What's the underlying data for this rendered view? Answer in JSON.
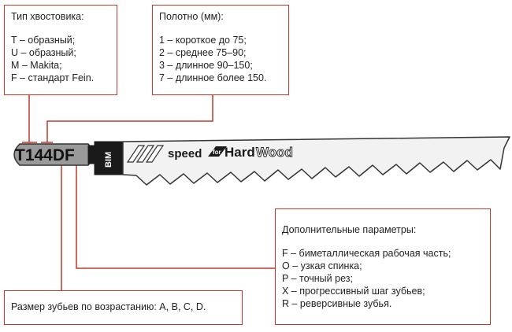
{
  "shank_box": {
    "title": "Тип хвостовика:",
    "items": [
      "T – образный;",
      "U – образный;",
      "M – Makita;",
      "F – стандарт Fein."
    ]
  },
  "blade_box": {
    "title": "Полотно (мм):",
    "items": [
      "1 – короткое до 75;",
      "2 – среднее 75–90;",
      "3 – длинное 90–150;",
      "7 – длинное более 150."
    ]
  },
  "extra_box": {
    "title": "Дополнительные параметры:",
    "items": [
      "F – биметаллическая рабочая часть;",
      "O – узкая спинка;",
      "P – точный рез;",
      "X – прогрессивный шаг зубьев;",
      "R – реверсивные зубья."
    ]
  },
  "teeth_box": {
    "text": "Размер зубьев по возрастанию: A, B, C, D."
  },
  "blade": {
    "code": "T144DF",
    "material_label": "BIM",
    "brand_speed": "speed",
    "brand_for": "for",
    "brand_hard": "Hard",
    "brand_wood": "Wood"
  },
  "colors": {
    "leader_line": "#c0392b",
    "blade_fill": "#f2f2f2",
    "blade_stroke": "#333333",
    "shank_fill": "#9a9a9a",
    "dark": "#1a1a1a"
  }
}
